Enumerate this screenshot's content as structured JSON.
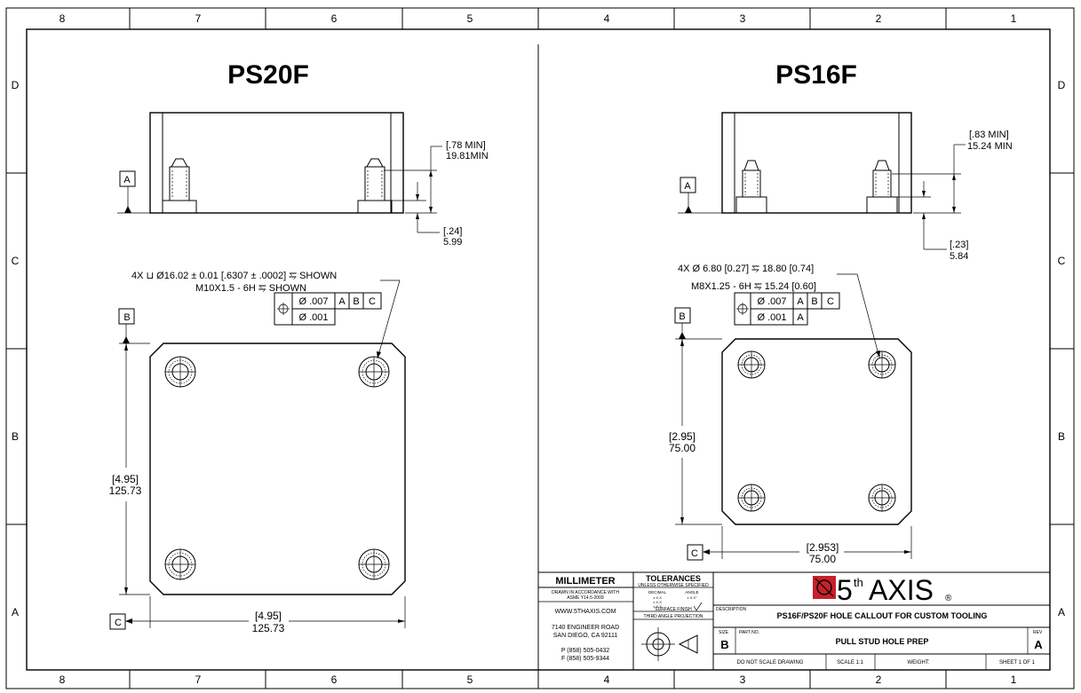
{
  "zones": {
    "columns": [
      "8",
      "7",
      "6",
      "5",
      "4",
      "3",
      "2",
      "1"
    ],
    "rows": [
      "D",
      "C",
      "B",
      "A"
    ]
  },
  "left_view": {
    "title": "PS20F",
    "dim_min_in": "[.78 MIN]",
    "dim_min_mm": "19.81MIN",
    "dim_small_in": "[.24]",
    "dim_small_mm": "5.99",
    "datum_a": "A",
    "datum_b": "B",
    "datum_c": "C",
    "callout_line1": "4X ⊔ Ø16.02 ± 0.01 [.6307 ± .0002] ⥧ SHOWN",
    "callout_line2": "M10X1.5 - 6H ⥧ SHOWN",
    "fcf_row1": [
      "Ø .007",
      "A",
      "B",
      "C"
    ],
    "fcf_row2": [
      "Ø .001"
    ],
    "height_in": "[4.95]",
    "height_mm": "125.73",
    "width_in": "[4.95]",
    "width_mm": "125.73"
  },
  "right_view": {
    "title": "PS16F",
    "dim_min_in": "[.83 MIN]",
    "dim_min_mm": "15.24 MIN",
    "dim_small_in": "[.23]",
    "dim_small_mm": "5.84",
    "datum_a": "A",
    "datum_b": "B",
    "datum_c": "C",
    "callout_line1": "4X Ø 6.80 [0.27] ⥧ 18.80 [0.74]",
    "callout_line2": "M8X1.25 - 6H ⥧ 15.24 [0.60]",
    "fcf_row1": [
      "Ø .007",
      "A",
      "B",
      "C"
    ],
    "fcf_row2": [
      "Ø .001",
      "A"
    ],
    "height_in": "[2.95]",
    "height_mm": "75.00",
    "width_in": "[2.953]",
    "width_mm": "75.00"
  },
  "title_block": {
    "units": "MILLIMETER",
    "drawn_note_1": "DRAWN IN ACCORDANCE WITH",
    "drawn_note_2": "ASME Y14.5-2009",
    "website": "WWW.5THAXIS.COM",
    "address_1": "7140 ENGINEER ROAD",
    "address_2": "SAN DIEGO, CA 92111",
    "phone": "P (858) 505-0432",
    "fax": "F (858) 505-9344",
    "tolerances_title": "TOLERANCES",
    "tolerances_sub": "UNLESS OTHERWISE SPECIFIED",
    "decimal_label": "DECIMAL",
    "angle_label": "ANGLE",
    "decimal_vals": [
      "± X.X",
      "± X.X",
      "± X.X"
    ],
    "angle_vals": [
      "± X.X°"
    ],
    "surface_finish": "SURFACE FINISH",
    "projection": "THIRD ANGLE PROJECTION",
    "logo_text": "5",
    "logo_sup": "th",
    "logo_axis": "AXIS",
    "logo_reg": "®",
    "description_label": "DESCRIPTION",
    "description": "PS16F/PS20F HOLE CALLOUT FOR CUSTOM TOOLING",
    "size_label": "SIZE",
    "size": "B",
    "part_no_label": "PART NO.",
    "part_no": "PULL STUD HOLE PREP",
    "rev_label": "REV",
    "rev": "A",
    "do_not_scale": "DO NOT SCALE DRAWING",
    "scale": "SCALE 1:1",
    "weight": "WEIGHT:",
    "sheet": "SHEET 1 OF 1"
  },
  "colors": {
    "ink": "#000000",
    "paper": "#ffffff",
    "logo_red": "#c8202c"
  }
}
